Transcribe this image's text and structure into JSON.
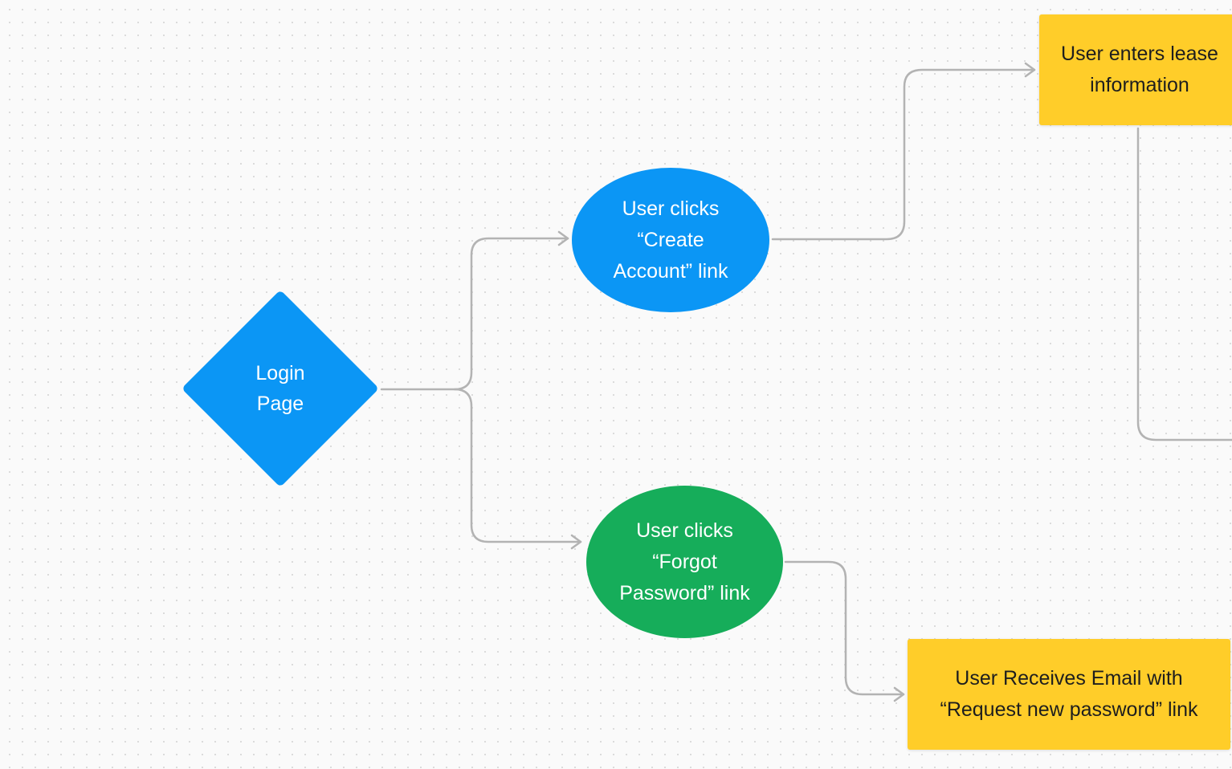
{
  "canvas": {
    "background": "#fafafa",
    "dot_color": "#d9d9d9"
  },
  "colors": {
    "blue": "#0b96f5",
    "green": "#16ad5a",
    "yellow": "#ffcd29",
    "connector": "#b3b3b3"
  },
  "nodes": {
    "login": {
      "label": "Login\nPage",
      "shape": "diamond"
    },
    "create_account": {
      "label": "User clicks\n“Create\nAccount” link",
      "shape": "ellipse"
    },
    "forgot_password": {
      "label": "User clicks\n“Forgot\nPassword” link",
      "shape": "ellipse"
    },
    "lease_info": {
      "label": "User enters lease\ninformation",
      "shape": "sticky-note"
    },
    "receives_email": {
      "label": "User Receives Email with\n“Request new password” link",
      "shape": "sticky-note"
    }
  },
  "edges": [
    {
      "from": "login",
      "to": "create_account"
    },
    {
      "from": "login",
      "to": "forgot_password"
    },
    {
      "from": "create_account",
      "to": "lease_info"
    },
    {
      "from": "forgot_password",
      "to": "receives_email"
    },
    {
      "from": "lease_info",
      "to": "offscreen-right"
    }
  ]
}
